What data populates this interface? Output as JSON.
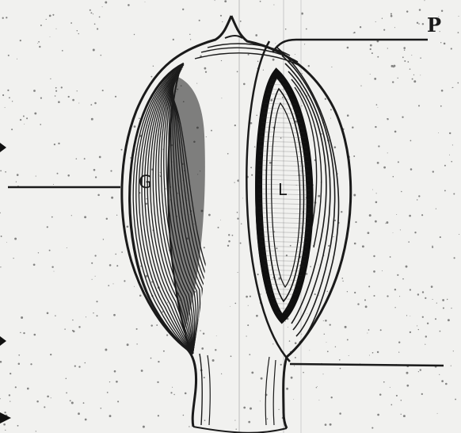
{
  "figure": {
    "labels": {
      "p": "P",
      "g": "G",
      "l": "L"
    },
    "colors": {
      "paper": "#f1f1ef",
      "ink": "#1a1a1a"
    }
  }
}
